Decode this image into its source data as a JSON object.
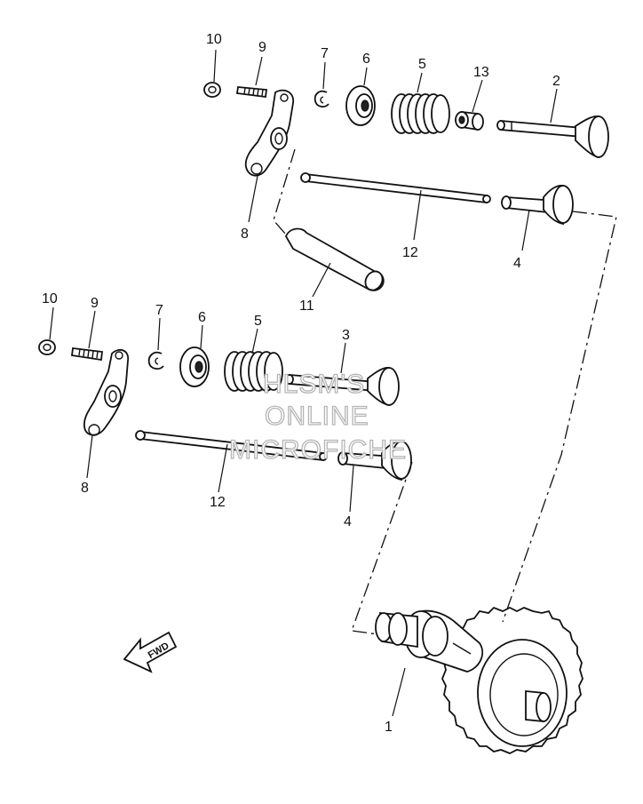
{
  "callouts": {
    "top_10": "10",
    "top_9": "9",
    "top_7": "7",
    "top_6": "6",
    "top_5": "5",
    "top_13": "13",
    "top_2": "2",
    "top_8": "8",
    "top_12": "12",
    "top_4": "4",
    "top_11": "11",
    "bot_10": "10",
    "bot_9": "9",
    "bot_7": "7",
    "bot_6": "6",
    "bot_5": "5",
    "bot_3": "3",
    "bot_8": "8",
    "bot_12": "12",
    "bot_4": "4",
    "camshaft_1": "1"
  },
  "watermark": {
    "line1": "HLSM'S",
    "line2": "ONLINE",
    "line3": "MICROFICHE"
  },
  "fwd_arrow": {
    "label": "FWD"
  },
  "icons": {
    "direction": "fwd-arrow-icon"
  }
}
